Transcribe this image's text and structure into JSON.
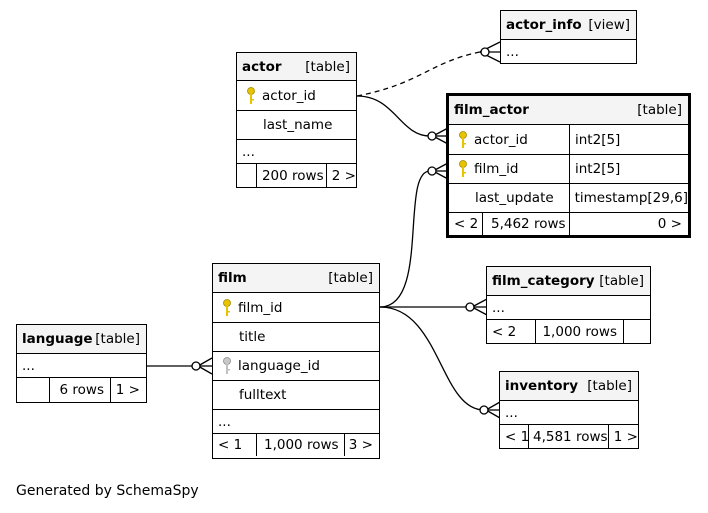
{
  "diagram": {
    "footer": "Generated by SchemaSpy",
    "tables": {
      "actor_info": {
        "name": "actor_info",
        "kind": "[view]",
        "rows": [
          "..."
        ]
      },
      "actor": {
        "name": "actor",
        "kind": "[table]",
        "rows": [
          "actor_id",
          "last_name",
          "..."
        ],
        "stats": {
          "count": "200 rows",
          "children": "2 >"
        }
      },
      "film_actor": {
        "name": "film_actor",
        "kind": "[table]",
        "rows": [
          {
            "col": "actor_id",
            "type": "int2[5]"
          },
          {
            "col": "film_id",
            "type": "int2[5]"
          },
          {
            "col": "last_update",
            "type": "timestamp[29,6]"
          }
        ],
        "stats": {
          "parents": "< 2",
          "count": "5,462 rows",
          "children": "0 >"
        }
      },
      "film": {
        "name": "film",
        "kind": "[table]",
        "rows": [
          "film_id",
          "title",
          "language_id",
          "fulltext",
          "..."
        ],
        "stats": {
          "parents": "< 1",
          "count": "1,000 rows",
          "children": "3 >"
        }
      },
      "language": {
        "name": "language",
        "kind": "[table]",
        "rows": [
          "..."
        ],
        "stats": {
          "count": "6 rows",
          "children": "1 >"
        }
      },
      "film_category": {
        "name": "film_category",
        "kind": "[table]",
        "rows": [
          "..."
        ],
        "stats": {
          "parents": "< 2",
          "count": "1,000 rows"
        }
      },
      "inventory": {
        "name": "inventory",
        "kind": "[table]",
        "rows": [
          "..."
        ],
        "stats": {
          "parents": "< 1",
          "count": "4,581 rows",
          "children": "1 >"
        }
      }
    },
    "colors": {
      "header_bg": "#f4f4f4",
      "primary_key": "#e8c300",
      "foreign_key": "#b0b0b0",
      "line": "#000000"
    }
  }
}
